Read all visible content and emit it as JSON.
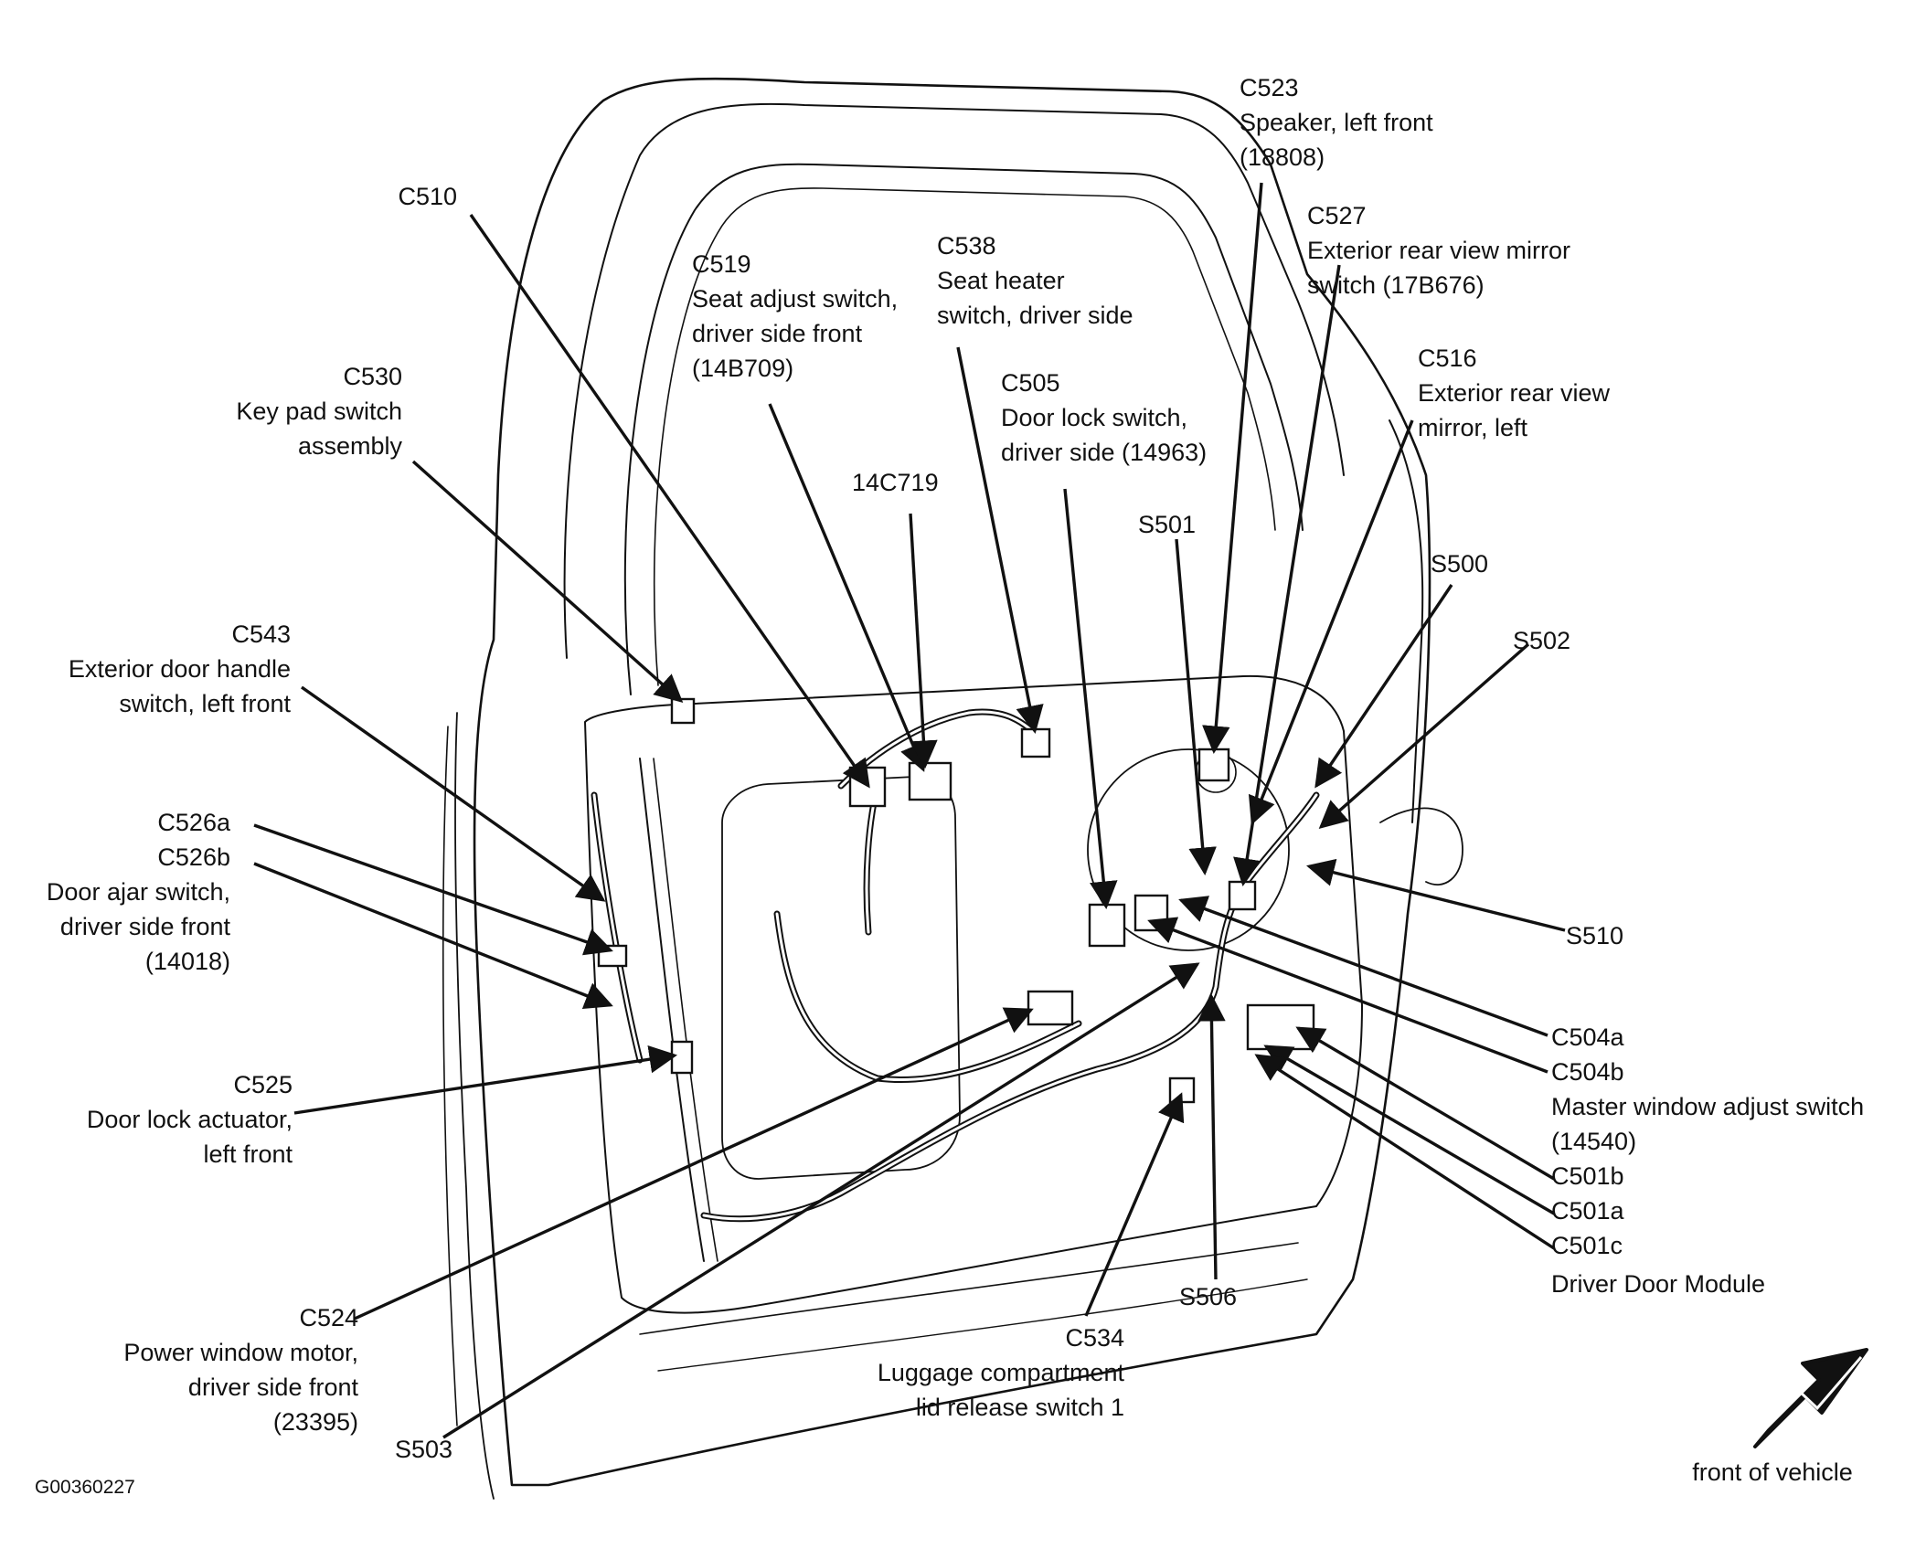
{
  "figure_id": "G00360227",
  "colors": {
    "ink": "#111111",
    "paper": "#ffffff"
  },
  "front_of_vehicle": "front of vehicle",
  "callouts": {
    "c510": {
      "lines": [
        "C510"
      ]
    },
    "c519": {
      "lines": [
        "C519",
        "Seat adjust switch,",
        "driver side front",
        "(14B709)"
      ]
    },
    "c538": {
      "lines": [
        "C538",
        "Seat heater",
        "switch, driver side"
      ]
    },
    "c523": {
      "lines": [
        "C523",
        "Speaker, left front",
        "(18808)"
      ]
    },
    "c527": {
      "lines": [
        "C527",
        "Exterior rear view mirror",
        "switch (17B676)"
      ]
    },
    "c516": {
      "lines": [
        "C516",
        "Exterior rear view",
        "mirror, left"
      ]
    },
    "c530": {
      "lines": [
        "C530",
        "Key pad switch",
        "assembly"
      ]
    },
    "c505": {
      "lines": [
        "C505",
        "Door lock switch,",
        "driver side (14963)"
      ]
    },
    "14c719": {
      "lines": [
        "14C719"
      ]
    },
    "s501": {
      "lines": [
        "S501"
      ]
    },
    "s500": {
      "lines": [
        "S500"
      ]
    },
    "s502": {
      "lines": [
        "S502"
      ]
    },
    "c543": {
      "lines": [
        "C543",
        "Exterior door handle",
        "switch, left front"
      ]
    },
    "c526": {
      "lines": [
        "C526a",
        "C526b",
        "Door ajar switch,",
        "driver side front",
        "(14018)"
      ]
    },
    "s510": {
      "lines": [
        "S510"
      ]
    },
    "c525": {
      "lines": [
        "C525",
        "Door lock actuator,",
        "left front"
      ]
    },
    "c504": {
      "lines": [
        "C504a",
        "C504b",
        "Master window adjust switch",
        "(14540)",
        "C501b",
        "C501a",
        "C501c",
        "Driver Door Module"
      ]
    },
    "c524": {
      "lines": [
        "C524",
        "Power window motor,",
        "driver side front",
        "(23395)"
      ]
    },
    "c534": {
      "lines": [
        "C534",
        "Luggage compartment",
        "lid release switch 1"
      ]
    },
    "s506": {
      "lines": [
        "S506"
      ]
    },
    "s503": {
      "lines": [
        "S503"
      ]
    }
  }
}
